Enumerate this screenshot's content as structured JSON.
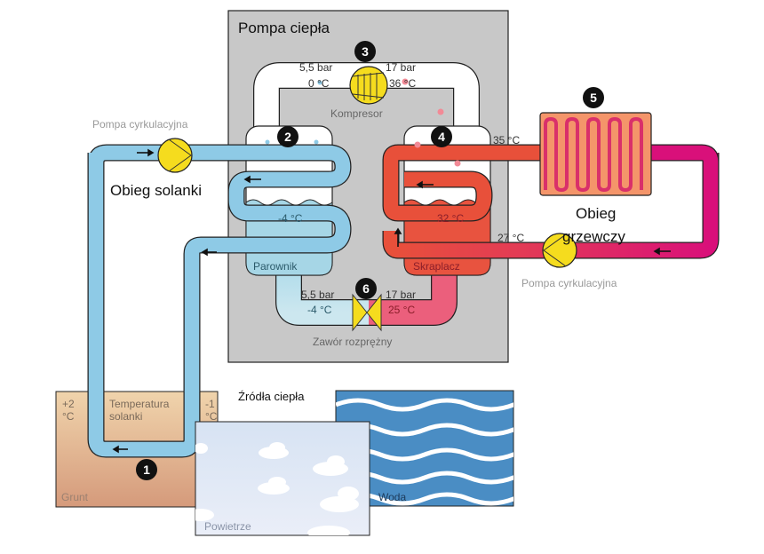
{
  "title": "Pompa ciepła",
  "circuits": {
    "brine": "Obieg solanki",
    "heating_line1": "Obieg",
    "heating_line2": "grzewczy"
  },
  "components": {
    "compressor": "Kompresor",
    "evaporator": "Parownik",
    "condenser": "Skraplacz",
    "expansion_valve": "Zawór rozprężny",
    "pump_brine": "Pompa cyrkulacyjna",
    "pump_heating": "Pompa cyrkulacyjna"
  },
  "markers": [
    "1",
    "2",
    "3",
    "4",
    "5",
    "6"
  ],
  "readings": {
    "compressor_in_pressure": "5,5 bar",
    "compressor_in_temp": "0 °C",
    "compressor_out_pressure": "17 bar",
    "compressor_out_temp": "36 °C",
    "evaporator_temp": "-4 °C",
    "condenser_temp": "32 °C",
    "heating_supply_temp": "35 °C",
    "heating_return_temp": "27 °C",
    "valve_in_pressure": "17 bar",
    "valve_in_temp": "25 °C",
    "valve_out_pressure": "5,5 bar",
    "valve_out_temp": "-4 °C"
  },
  "heat_sources": {
    "heading": "Źródła ciepła",
    "ground": "Grunt",
    "air": "Powietrze",
    "water": "Woda",
    "ground_temp_left_1": "+2",
    "ground_temp_left_2": "°C",
    "ground_temp_right_1": "-1",
    "ground_temp_right_2": "°C",
    "brine_temp_label_1": "Temperatura",
    "brine_temp_label_2": "solanki"
  },
  "colors": {
    "pump_housing": "#c8c8c8",
    "brine": "#8ecae6",
    "hot": "#e8503a",
    "heating_return": "#d9107a",
    "radiator": "#f4956a",
    "pump_yellow": "#f5dc1e",
    "water": "#4a8dc4",
    "sky": "#dfe7f4",
    "ground_top": "#f0d2a8",
    "ground_bottom": "#d69a7c"
  }
}
